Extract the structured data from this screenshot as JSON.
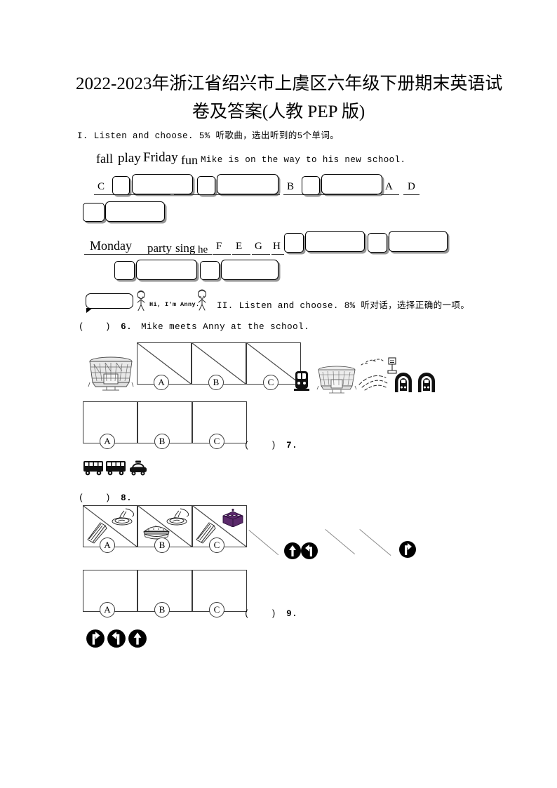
{
  "document": {
    "title_line1": "2022-2023年浙江省绍兴市上虞区六年级下册期末英语试",
    "title_line2": "卷及答案(人教 PEP 版)"
  },
  "section_1": {
    "instruction": "I. Listen and choose. 5% 听歌曲，选出听到的5个单词。",
    "word_bank": [
      {
        "text": "fall"
      },
      {
        "text": "play"
      },
      {
        "text": "Friday"
      },
      {
        "text": "fun"
      },
      {
        "text": "Monday"
      },
      {
        "text": "party"
      },
      {
        "text": "sing"
      },
      {
        "text": "he"
      }
    ],
    "sentence": "Mike is on the way to his new school.",
    "answer_letters_row1": [
      "C",
      "B",
      "A",
      "D"
    ],
    "answer_letters_row2": [
      "F",
      "E",
      "G",
      "H"
    ],
    "speech_bubble_text": "Hi, I'm Anny."
  },
  "section_2": {
    "instruction": "II. Listen and choose. 8% 听对话，选择正确的一项。",
    "questions": [
      {
        "marker_open": "(",
        "marker_close": ")",
        "number": "6.",
        "text": "Mike meets Anny at the school.",
        "options": [
          "A",
          "B",
          "C"
        ]
      },
      {
        "marker_open": "(",
        "marker_close": ")",
        "number": "7.",
        "text": "",
        "options": [
          "A",
          "B",
          "C"
        ]
      },
      {
        "marker_open": "(",
        "marker_close": ")",
        "number": "8.",
        "text": "",
        "options": [
          "A",
          "B",
          "C"
        ]
      },
      {
        "marker_open": "(",
        "marker_close": ")",
        "number": "9.",
        "text": "",
        "options": [
          "A",
          "B",
          "C"
        ]
      }
    ]
  },
  "icons": {
    "stadium": "stadium-icon",
    "train": "train-icon",
    "subway": "subway-icon",
    "bus": "bus-icon",
    "taxi": "taxi-icon",
    "sandwich": "sandwich-icon",
    "noodles": "noodles-icon",
    "hamburger": "hamburger-icon",
    "cake": "cake-icon",
    "arrow_straight": "arrow-straight-icon",
    "arrow_left": "arrow-turn-left-icon",
    "arrow_right": "arrow-turn-right-icon",
    "person": "person-figure-icon"
  },
  "colors": {
    "ink": "#000000",
    "rule": "#3a3a3a",
    "guide": "#8c8c8c",
    "cake_accent": "#5b2a6b"
  }
}
